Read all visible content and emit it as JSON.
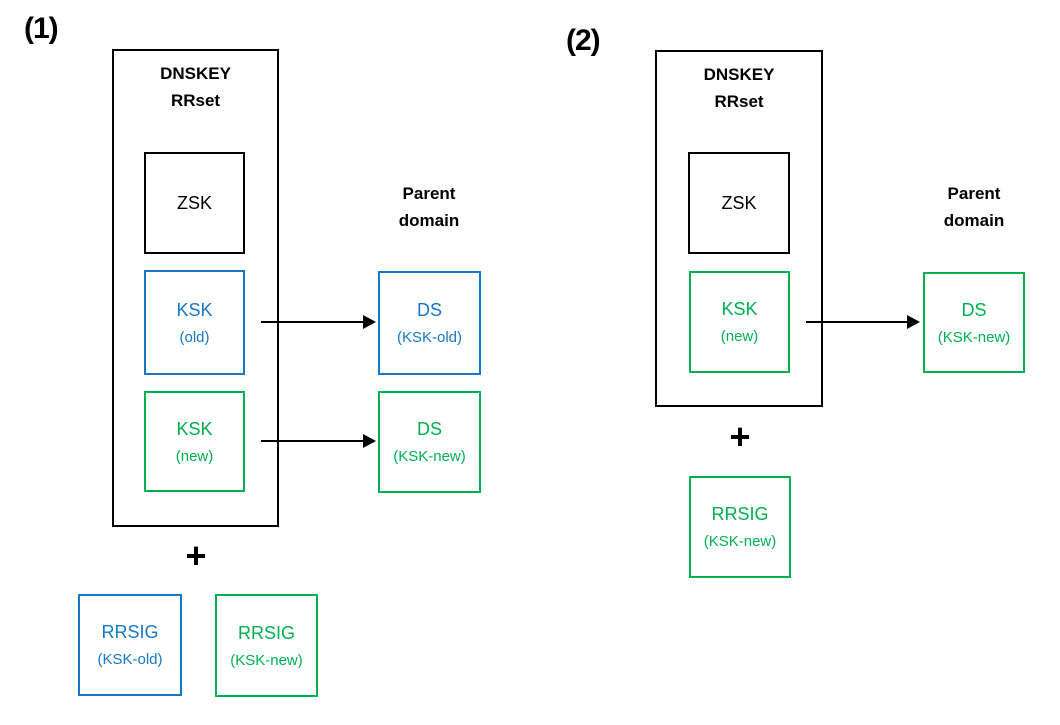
{
  "colors": {
    "line": "#000000",
    "blue": "#1778C7",
    "green": "#00B050",
    "background": "#ffffff"
  },
  "panel1": {
    "label": "(1)",
    "rrset": {
      "line1": "DNSKEY",
      "line2": "RRset"
    },
    "zsk": {
      "title": "ZSK"
    },
    "ksk_old": {
      "title": "KSK",
      "sub": "(old)"
    },
    "ksk_new": {
      "title": "KSK",
      "sub": "(new)"
    },
    "parent": {
      "line1": "Parent",
      "line2": "domain"
    },
    "ds_old": {
      "title": "DS",
      "sub": "(KSK-old)"
    },
    "ds_new": {
      "title": "DS",
      "sub": "(KSK-new)"
    },
    "plus": "+",
    "rrsig_old": {
      "title": "RRSIG",
      "sub": "(KSK-old)"
    },
    "rrsig_new": {
      "title": "RRSIG",
      "sub": "(KSK-new)"
    }
  },
  "panel2": {
    "label": "(2)",
    "rrset": {
      "line1": "DNSKEY",
      "line2": "RRset"
    },
    "zsk": {
      "title": "ZSK"
    },
    "ksk_new": {
      "title": "KSK",
      "sub": "(new)"
    },
    "parent": {
      "line1": "Parent",
      "line2": "domain"
    },
    "ds_new": {
      "title": "DS",
      "sub": "(KSK-new)"
    },
    "plus": "+",
    "rrsig_new": {
      "title": "RRSIG",
      "sub": "(KSK-new)"
    }
  }
}
